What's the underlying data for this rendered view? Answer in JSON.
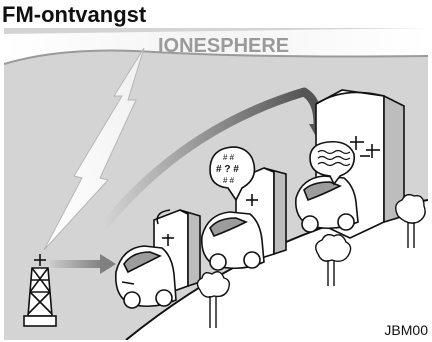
{
  "heading": "FM-ontvangst",
  "ionosphere_label": "IONESPHERE",
  "figure_code": "JBM00",
  "signal_symbols": {
    "distorted": "# ? #",
    "distorted_top": "# #",
    "distorted_bottom": "# #"
  },
  "icons": [
    "radio-tower-icon",
    "car-icon",
    "building-icon",
    "tree-icon",
    "lightning-signal-icon"
  ],
  "colors": {
    "background": "#d4d4d4",
    "outline": "#111111",
    "arrow": "#808080",
    "building_face": "#ffffff",
    "building_side": "#bdbdbd"
  }
}
